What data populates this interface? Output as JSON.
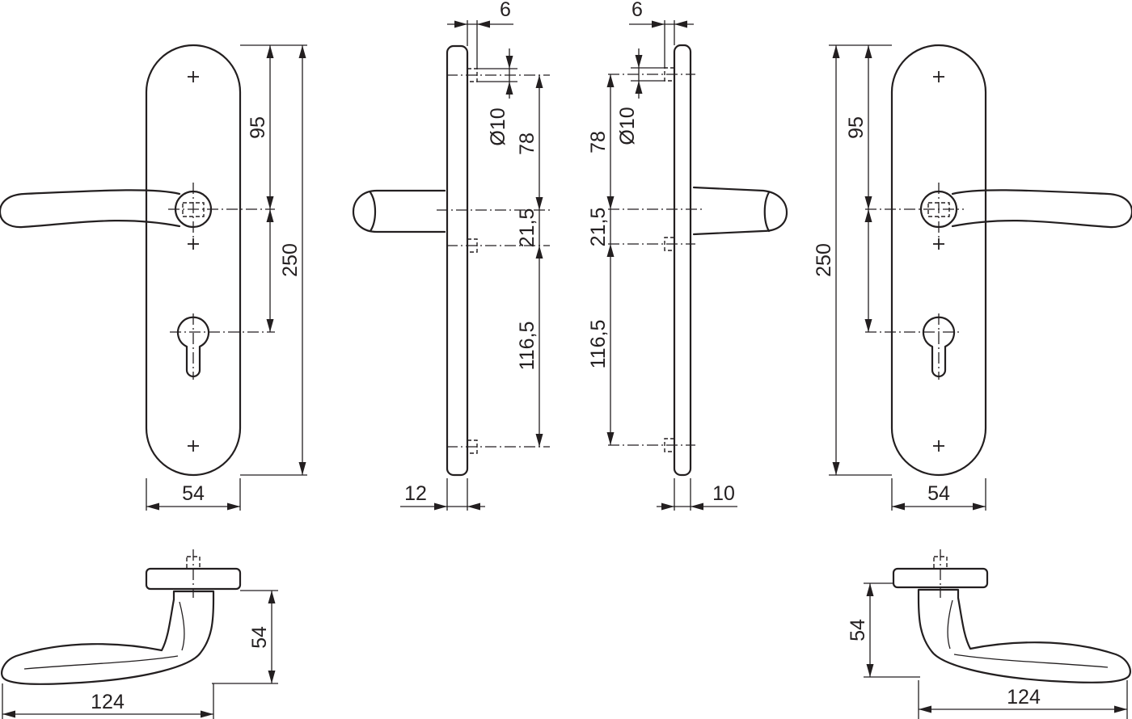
{
  "dimensions": {
    "front_left": {
      "width": "54",
      "top_to_handle": "95",
      "height": "250"
    },
    "side_left": {
      "pin_offset": "6",
      "pin_diameter": "Ø10",
      "top_hole_to_handle": "78",
      "handle_to_hole": "21,5",
      "hole_to_bottom_hole": "116,5",
      "depth": "12"
    },
    "side_right": {
      "pin_offset": "6",
      "pin_diameter": "Ø10",
      "top_hole_to_handle": "78",
      "handle_to_hole": "21,5",
      "hole_to_bottom_hole": "116,5",
      "depth": "10"
    },
    "front_right": {
      "width": "54",
      "top_to_handle": "95",
      "height": "250"
    },
    "handle_bottom_left": {
      "projection": "54",
      "length": "124"
    },
    "handle_bottom_right": {
      "projection": "54",
      "length": "124"
    }
  },
  "colors": {
    "line": "#231f20",
    "background": "#ffffff"
  }
}
